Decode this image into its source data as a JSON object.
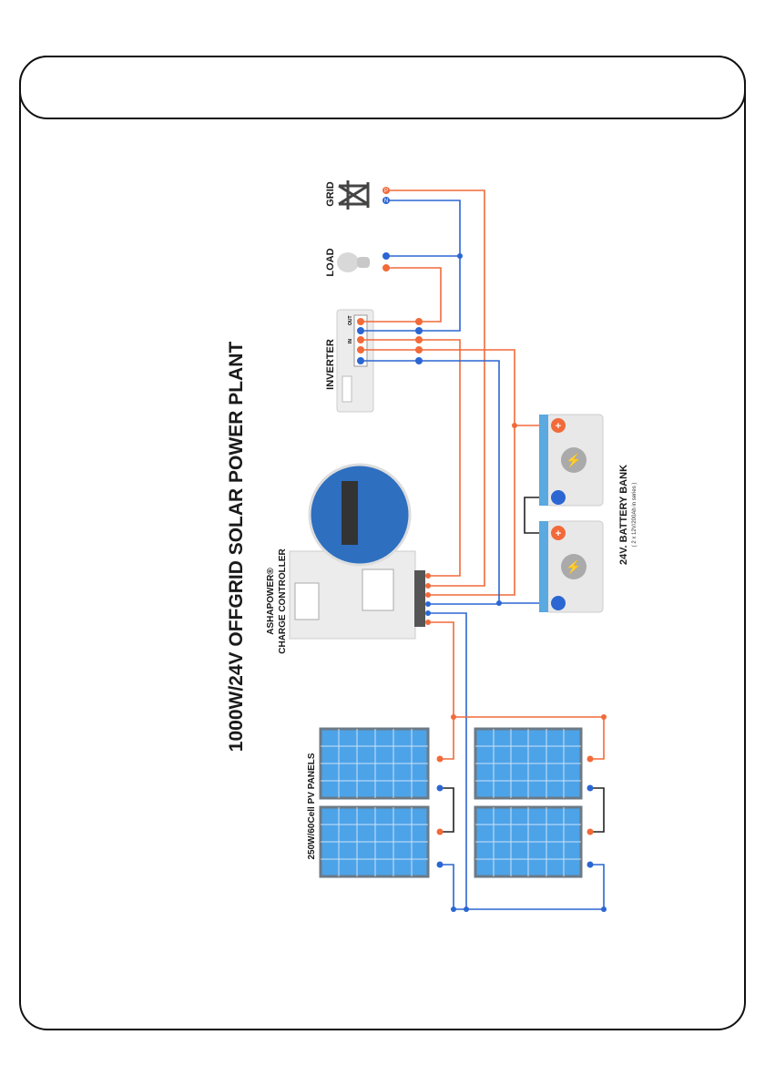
{
  "title": "1000W/24V OFFGRID SOLAR POWER PLANT",
  "labels": {
    "grid": "GRID",
    "load": "LOAD",
    "inverter": "INVERTER",
    "controller_brand": "ASHAPOWER®",
    "controller": "CHARGE CONTROLLER",
    "panels": "250W/60Cell PV PANELS",
    "battery": "24V. BATTERY BANK",
    "battery_sub": "( 2 x 12V/200Ah in series )",
    "inverter_in": "IN",
    "inverter_out": "OUT"
  },
  "terminals": {
    "p": "P",
    "n": "N",
    "plus": "+",
    "minus": "−"
  },
  "colors": {
    "positive": "#f26a3a",
    "negative": "#2b66d3",
    "panel": "#4da3e8",
    "battery": "#e8e8e8",
    "battery_cap": "#5aa9e0"
  }
}
